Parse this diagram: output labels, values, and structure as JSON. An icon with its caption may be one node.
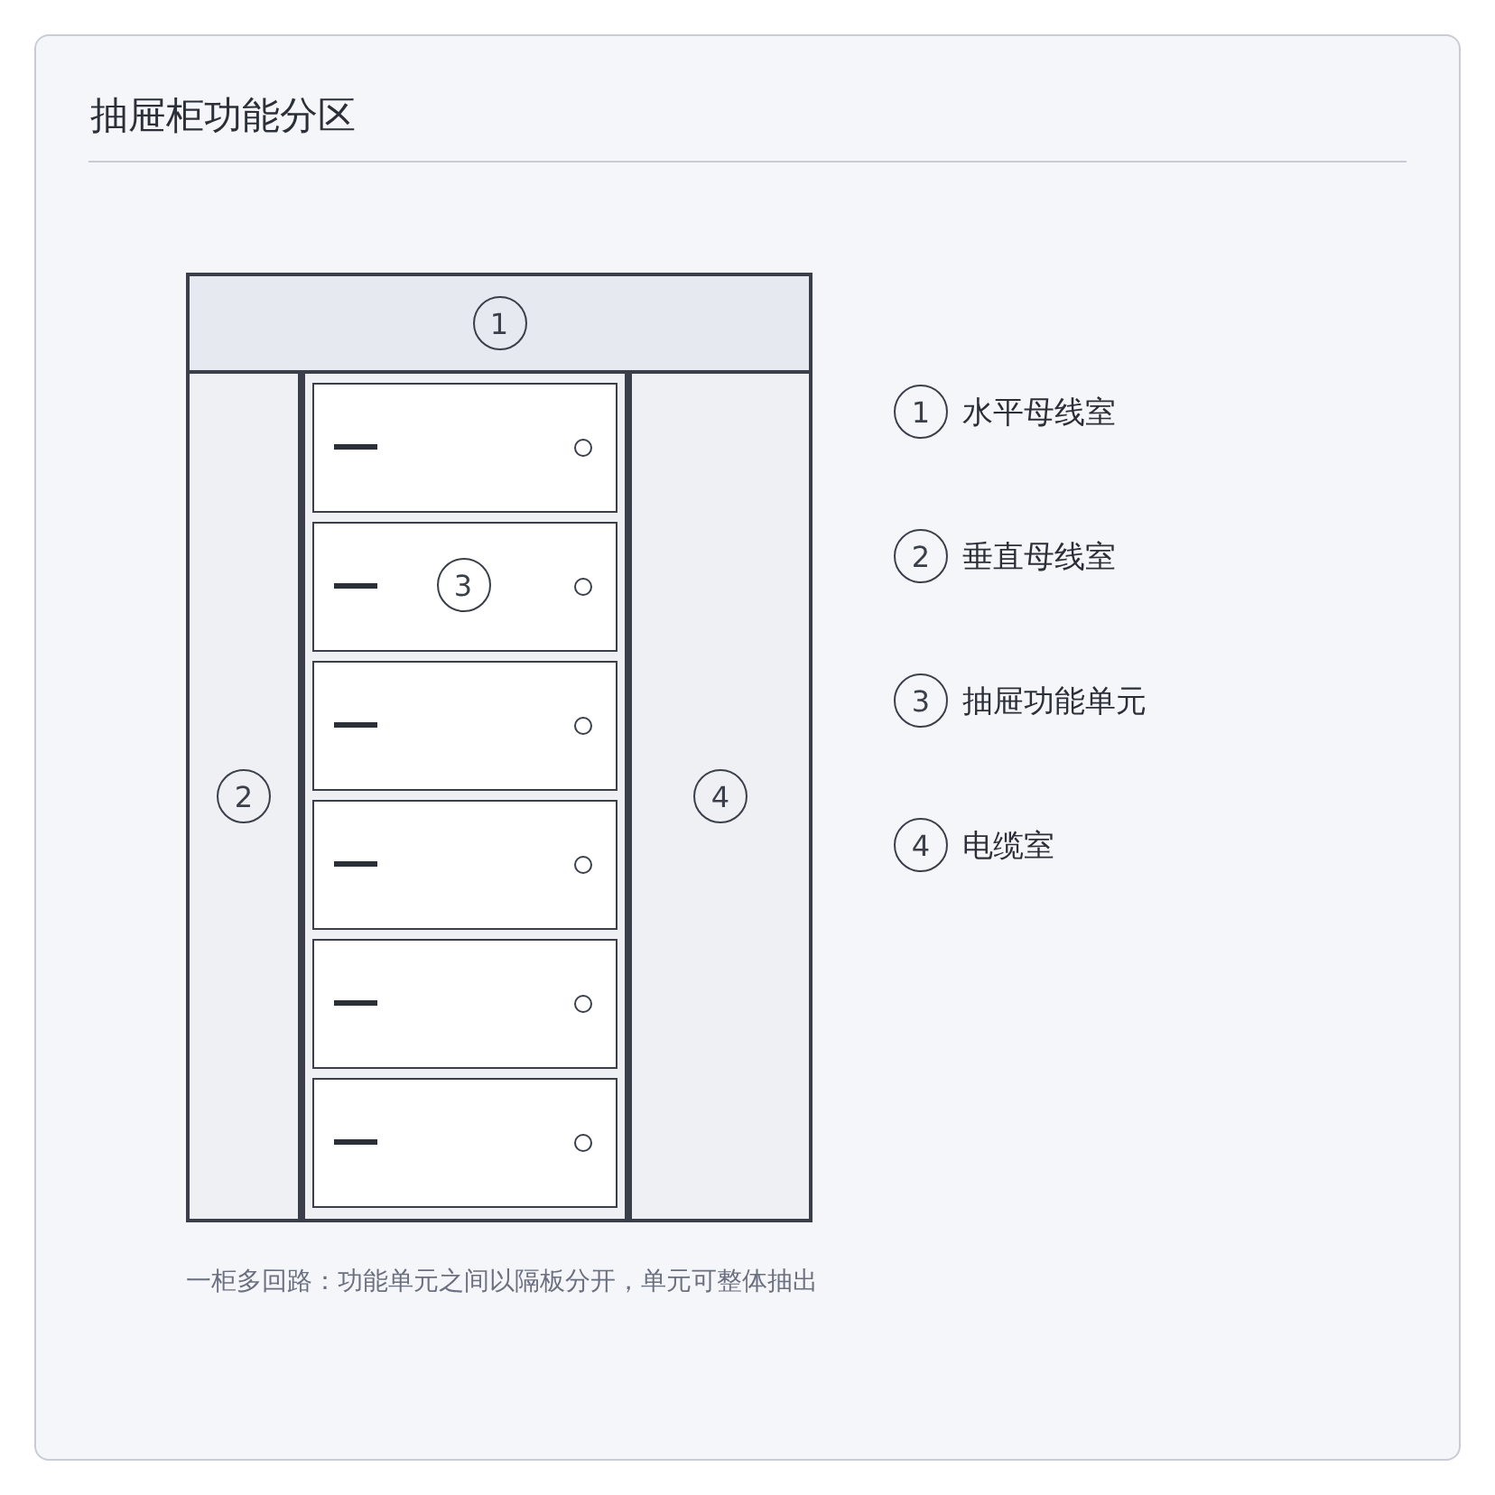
{
  "diagram": {
    "title": "抽屉柜功能分区",
    "caption": "一柜多回路：功能单元之间以隔板分开，单元可整体抽出",
    "nodes": [
      {
        "text": [],
        "shape": "box"
      },
      {
        "text": [
          "1"
        ],
        "in": 0
      },
      {
        "text": [
          "2"
        ],
        "in": 0
      },
      {
        "text": [],
        "shape": "box",
        "in": 0
      },
      {
        "text": [],
        "shape": "box",
        "in": 3
      },
      {
        "text": [
          "3"
        ],
        "in": 3
      },
      {
        "text": [],
        "shape": "box",
        "in": 3
      },
      {
        "text": [],
        "shape": "box",
        "in": 3
      },
      {
        "text": [],
        "shape": "box",
        "in": 3
      },
      {
        "text": [],
        "shape": "box",
        "in": 3
      },
      {
        "text": [
          "4"
        ],
        "in": 0
      }
    ],
    "labels": [
      "1",
      "水平母线室",
      "2",
      "垂直母线室",
      "3",
      "抽屉功能单元",
      "4",
      "电缆室"
    ]
  }
}
